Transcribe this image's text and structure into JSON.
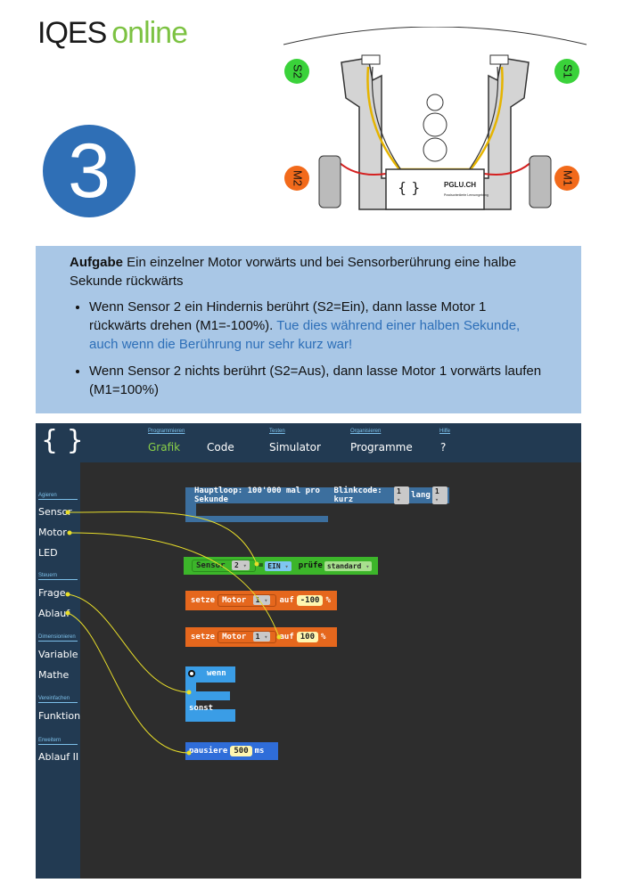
{
  "header": {
    "logo_part1": "IQES",
    "logo_part2": "online",
    "step_number": "3"
  },
  "robot_figure": {
    "labels": [
      "S2",
      "S1",
      "M2",
      "M1"
    ],
    "board_text": "PGLU.CH",
    "board_sub": "Praxisorientierte Lernumgebung"
  },
  "task": {
    "title": "Aufgabe",
    "intro": " Ein einzelner Motor vorwärts und bei Sensorberührung eine halbe Sekunde rückwärts",
    "bullet1_text": "Wenn Sensor 2 ein Hindernis berührt (S2=Ein), dann lasse Motor 1 rückwärts drehen (M1=-100%). ",
    "bullet1_highlight": "Tue dies während einer halben Sekunde, auch wenn die Berührung nur sehr kurz war!",
    "bullet2_text": "Wenn Sensor 2 nichts berührt (S2=Aus), dann lasse Motor 1 vorwärts laufen (M1=100%)"
  },
  "app": {
    "brand": "{ }",
    "nav": [
      {
        "section": "Programmieren",
        "label": "Grafik"
      },
      {
        "section": "",
        "label": "Code"
      },
      {
        "section": "Testen",
        "label": "Simulator"
      },
      {
        "section": "Organisieren",
        "label": "Programme"
      },
      {
        "section": "Hilfe",
        "label": "?"
      }
    ],
    "sidebar": {
      "cat_agieren": "Agieren",
      "sensor": "Sensor",
      "motor": "Motor",
      "led": "LED",
      "cat_steuern": "Steuern",
      "frage": "Frage",
      "ablauf": "Ablauf",
      "cat_dimensionieren": "Dimensionieren",
      "variable": "Variable",
      "mathe": "Mathe",
      "cat_vereinfachen": "Vereinfachen",
      "funktion": "Funktion",
      "cat_erweitern": "Erweitern",
      "ablauf2": "Ablauf II"
    },
    "blocks": {
      "mainloop_label": "Hauptloop: 100'000 mal pro Sekunde",
      "blink_label": "Blinkcode: kurz",
      "blink_short": "1",
      "blink_long_label": "lang",
      "blink_long": "1",
      "sensor_label": "Sensor",
      "sensor_num": "2",
      "sensor_eq": "=",
      "sensor_value": "EIN",
      "pruefe_label": "prüfe",
      "pruefe_value": "standard",
      "m1_setze": "setze",
      "m1_motor": "Motor",
      "m1_num": "1",
      "m1_auf": "auf",
      "m1_value": "-100",
      "m1_unit": "%",
      "m2_setze": "setze",
      "m2_motor": "Motor",
      "m2_num": "1",
      "m2_auf": "auf",
      "m2_value": "100",
      "m2_unit": "%",
      "if_label": "wenn",
      "else_label": "sonst",
      "pause_label": "pausiere",
      "pause_value": "500",
      "pause_unit": "ms"
    }
  },
  "colors": {
    "step_circle": "#2f6fb6",
    "task_bg": "#a9c7e6",
    "app_bar": "#223a52",
    "workspace": "#2d2d2d",
    "sensor_block": "#3cb52a",
    "motor_block": "#e5671d",
    "control_block": "#3a9de6",
    "pause_block": "#2f6dd9",
    "mainloop_block": "#3c6f9e",
    "link_line": "#e8de2a"
  }
}
